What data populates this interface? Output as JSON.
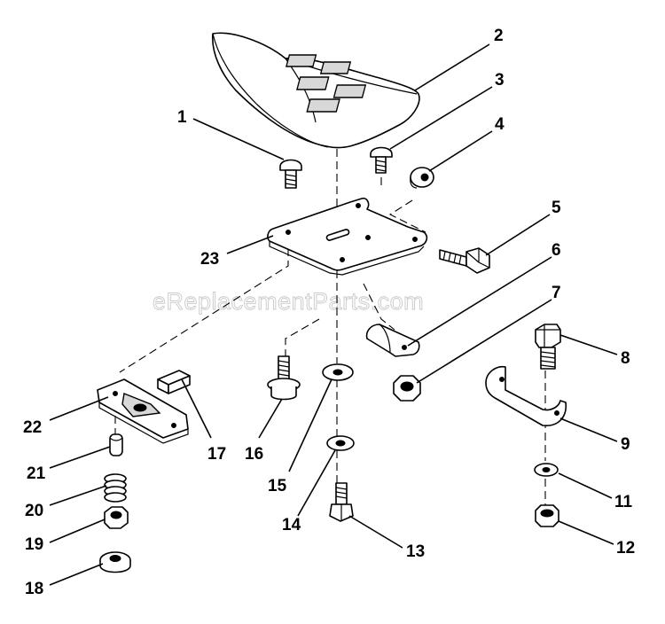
{
  "watermark": "eReplacementParts.com",
  "callouts": [
    {
      "id": "1",
      "label": "1"
    },
    {
      "id": "2",
      "label": "2"
    },
    {
      "id": "3",
      "label": "3"
    },
    {
      "id": "4",
      "label": "4"
    },
    {
      "id": "5",
      "label": "5"
    },
    {
      "id": "6",
      "label": "6"
    },
    {
      "id": "7",
      "label": "7"
    },
    {
      "id": "8",
      "label": "8"
    },
    {
      "id": "9",
      "label": "9"
    },
    {
      "id": "11",
      "label": "11"
    },
    {
      "id": "12",
      "label": "12"
    },
    {
      "id": "13",
      "label": "13"
    },
    {
      "id": "14",
      "label": "14"
    },
    {
      "id": "15",
      "label": "15"
    },
    {
      "id": "16",
      "label": "16"
    },
    {
      "id": "17",
      "label": "17"
    },
    {
      "id": "18",
      "label": "18"
    },
    {
      "id": "19",
      "label": "19"
    },
    {
      "id": "20",
      "label": "20"
    },
    {
      "id": "21",
      "label": "21"
    },
    {
      "id": "22",
      "label": "22"
    },
    {
      "id": "23",
      "label": "23"
    }
  ]
}
